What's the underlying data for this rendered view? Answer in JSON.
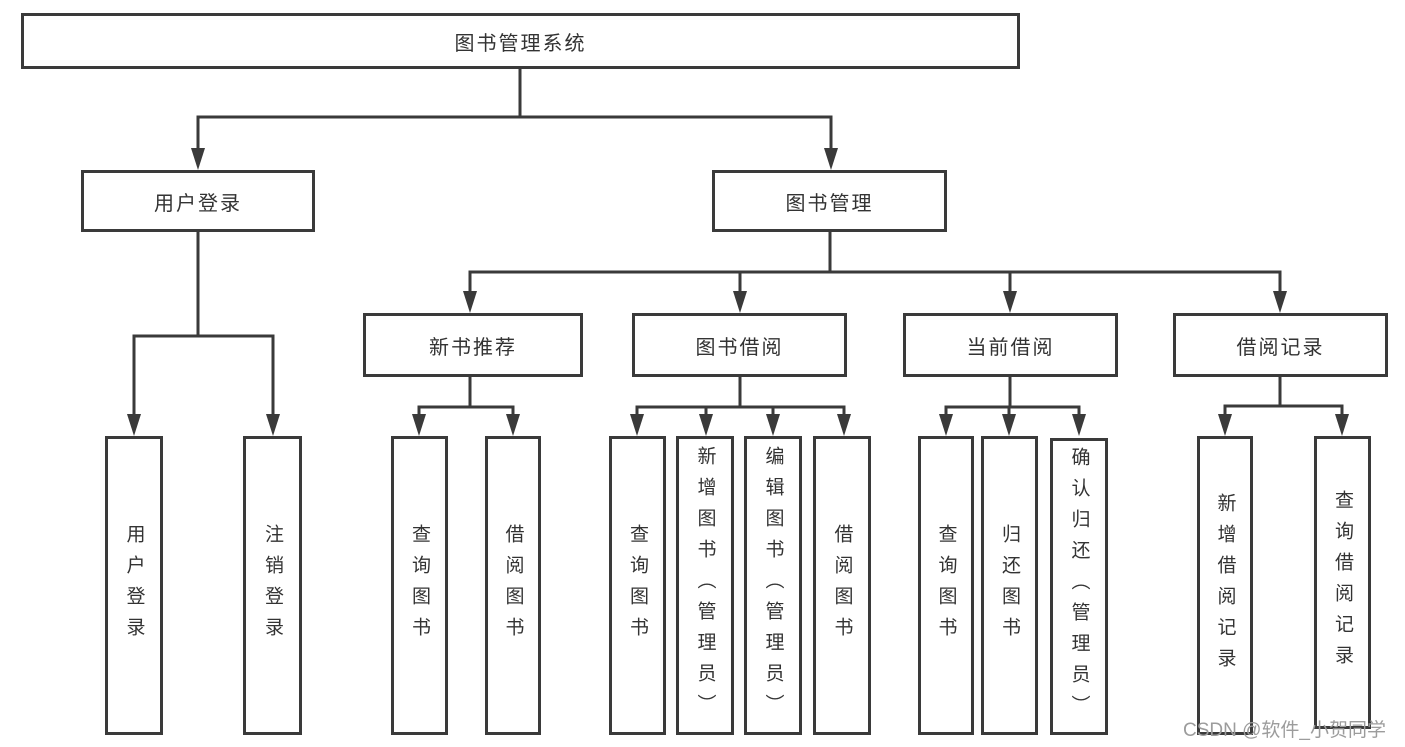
{
  "diagram": {
    "root": {
      "label": "图书管理系统"
    },
    "level2": {
      "user_login": {
        "label": "用户登录"
      },
      "book_management": {
        "label": "图书管理"
      }
    },
    "level3": {
      "new_book_recommend": {
        "label": "新书推荐"
      },
      "book_borrow": {
        "label": "图书借阅"
      },
      "current_borrow": {
        "label": "当前借阅"
      },
      "borrow_record": {
        "label": "借阅记录"
      }
    },
    "leaves": {
      "user_login_leaf": {
        "label": "用户登录"
      },
      "logout": {
        "label": "注销登录"
      },
      "recommend_query_book": {
        "label": "查询图书"
      },
      "recommend_borrow_book": {
        "label": "借阅图书"
      },
      "borrow_query_book": {
        "label": "查询图书"
      },
      "borrow_add_book": {
        "label": "新增图书（管理员）"
      },
      "borrow_edit_book": {
        "label": "编辑图书（管理员）"
      },
      "borrow_borrow_book": {
        "label": "借阅图书"
      },
      "current_query_book": {
        "label": "查询图书"
      },
      "current_return_book": {
        "label": "归还图书"
      },
      "current_confirm_return": {
        "label": "确认归还（管理员）"
      },
      "record_add": {
        "label": "新增借阅记录"
      },
      "record_query": {
        "label": "查询借阅记录"
      }
    },
    "watermark": "CSDN @软件_小贺同学",
    "colors": {
      "line": "#3a3a3a",
      "text": "#333333",
      "watermark": "#9c9c9c",
      "background": "#ffffff"
    }
  }
}
